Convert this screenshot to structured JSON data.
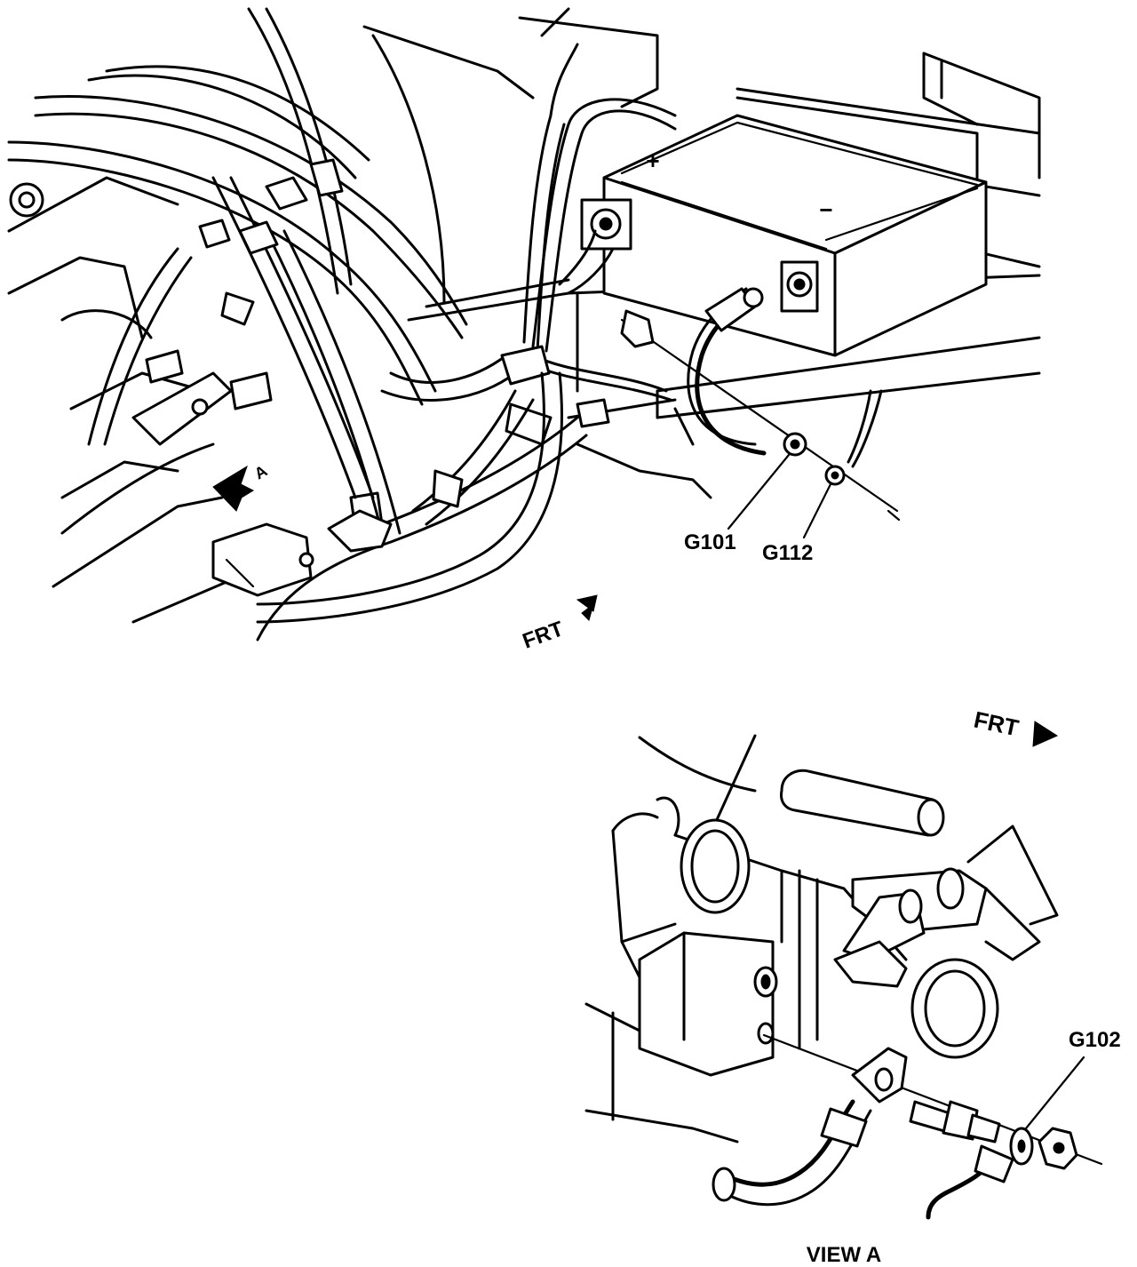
{
  "upper_view": {
    "labels": {
      "g101": "G101",
      "g112": "G112",
      "frt": "FRT",
      "view_ref": "A"
    },
    "battery_terminals": {
      "positive": "+",
      "negative": "−"
    }
  },
  "view_a": {
    "labels": {
      "g102": "G102",
      "frt": "FRT",
      "caption": "VIEW A"
    }
  }
}
